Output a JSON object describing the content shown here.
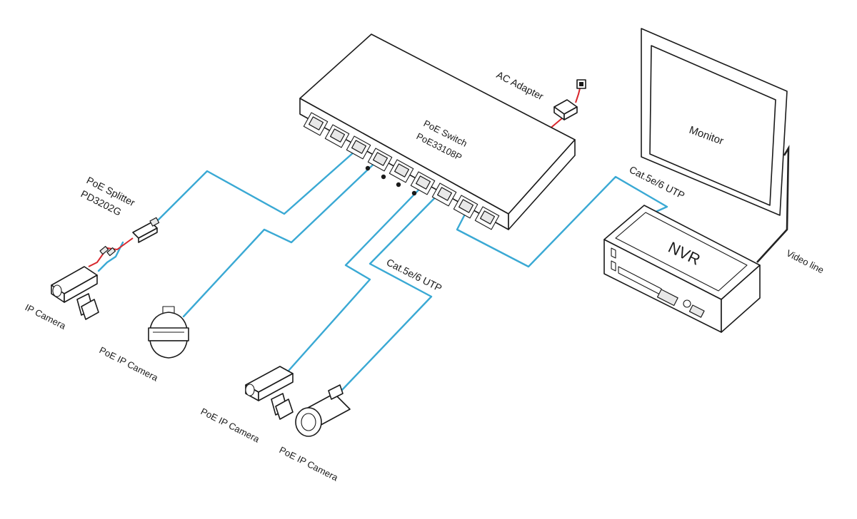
{
  "labels": {
    "switch_line1": "PoE Switch",
    "switch_line2": "PoE33108P",
    "ac_adapter": "AC Adapter",
    "monitor": "Monitor",
    "nvr": "NVR",
    "video_line": "Video line",
    "cable_nvr": "Cat.5e/6 UTP",
    "cable_cameras": "Cat.5e/6 UTP",
    "splitter_line1": "PoE Splitter",
    "splitter_line2": "PD3202G",
    "ip_camera": "IP Camera",
    "poe_camera_dome": "PoE IP Camera",
    "poe_camera_box": "PoE IP Camera",
    "poe_camera_bullet": "PoE IP Camera"
  },
  "colors": {
    "data_cable": "#3aa9d4",
    "power_cable": "#d8262c",
    "outline": "#1a1a1a",
    "video_cable": "#222222"
  },
  "icons": {
    "switch": "poe-switch-icon",
    "adapter": "ac-adapter-icon",
    "monitor": "monitor-icon",
    "nvr": "nvr-icon",
    "splitter": "poe-splitter-icon",
    "ip_camera": "ip-camera-icon",
    "dome_camera": "dome-camera-icon",
    "box_camera": "box-camera-icon",
    "bullet_camera": "bullet-camera-icon"
  }
}
